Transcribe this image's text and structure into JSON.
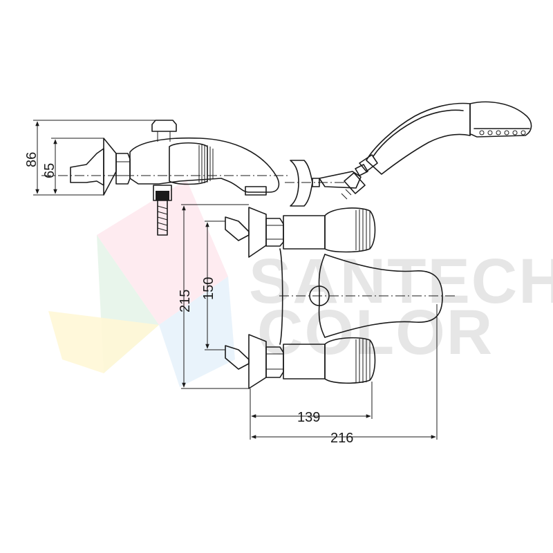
{
  "watermark": {
    "line1": "SANTECH",
    "line2": "COLOR",
    "colors": [
      "#fde2ea",
      "#e2f3e6",
      "#fff7d6",
      "#e0eef9",
      "#ececec"
    ]
  },
  "dimensions": {
    "height_outer": "86",
    "height_inner": "65",
    "inlet_span_outer": "215",
    "inlet_span_inner": "150",
    "width_handles": "139",
    "width_total": "216"
  },
  "colors": {
    "line": "#1a1a1a",
    "background": "#ffffff"
  }
}
